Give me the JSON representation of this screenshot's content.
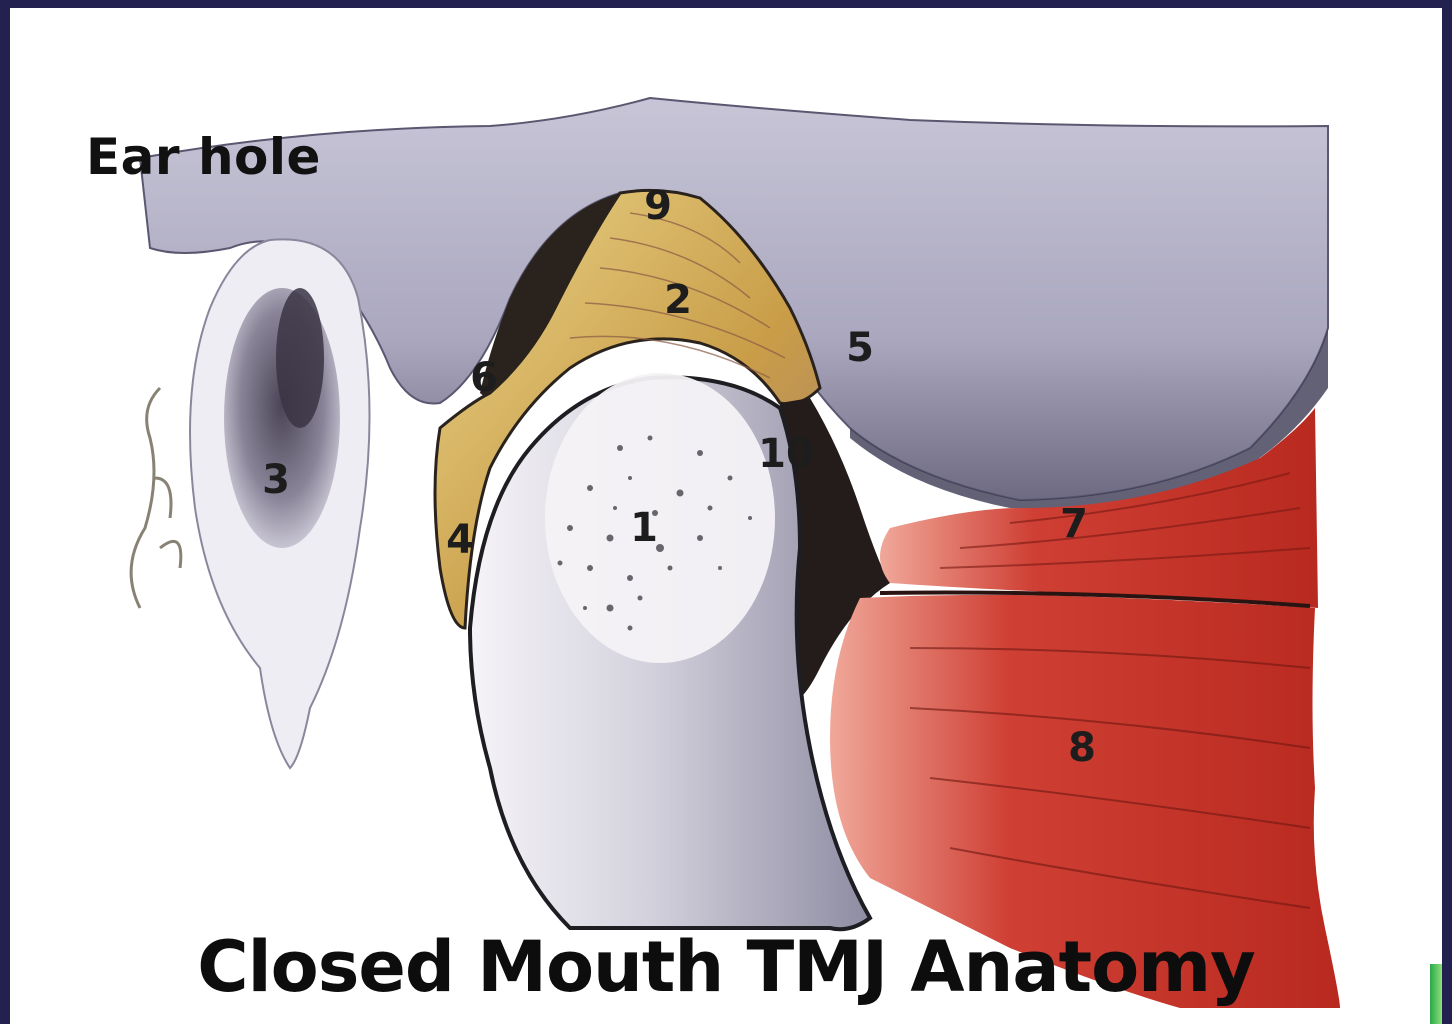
{
  "labels": {
    "ear_hole": "Ear hole",
    "title": "Closed Mouth TMJ Anatomy"
  },
  "markers": {
    "m1": "1",
    "m2": "2",
    "m3": "3",
    "m4": "4",
    "m5": "5",
    "m6": "6",
    "m7": "7",
    "m8": "8",
    "m9": "9",
    "m10": "10"
  },
  "colors": {
    "frame_border": "#23214f",
    "bone": "#b9b7cb",
    "disc": "#d8b45a",
    "muscle": "#c9362d",
    "condyle": "#f4f2f6"
  }
}
